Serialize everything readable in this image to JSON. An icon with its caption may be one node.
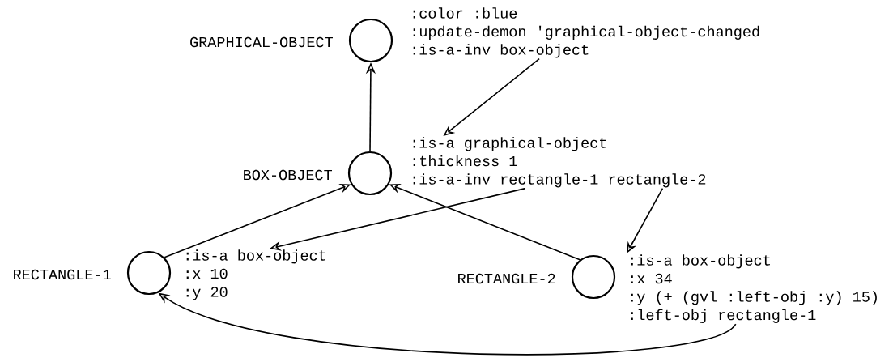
{
  "diagram": {
    "nodes": [
      {
        "text": [],
        "shape": "circle",
        "beside": [
          "GRAPHICAL-OBJECT"
        ]
      },
      {
        "text": [
          ":color :blue",
          ":update-demon 'graphical-object-changed",
          ":is-a-inv box-object"
        ]
      },
      {
        "text": [],
        "shape": "circle",
        "beside": [
          "BOX-OBJECT"
        ]
      },
      {
        "text": [
          ":is-a graphical-object",
          ":thickness 1",
          ":is-a-inv rectangle-1 rectangle-2"
        ]
      },
      {
        "text": [],
        "shape": "circle",
        "beside": [
          "RECTANGLE-1"
        ]
      },
      {
        "text": [
          ":is-a box-object",
          ":x 10",
          ":y 20"
        ]
      },
      {
        "text": [],
        "shape": "circle",
        "beside": [
          "RECTANGLE-2"
        ]
      },
      {
        "text": [
          ":is-a box-object",
          ":x 34",
          ":y (+ (gvl :left-obj :y) 15)",
          ":left-obj rectangle-1"
        ]
      }
    ],
    "edges": [
      {
        "from": 2,
        "to": 0,
        "arrow": "to"
      },
      {
        "from": 1,
        "to": 3,
        "arrow": "to"
      },
      {
        "from": 4,
        "to": 2,
        "arrow": "to"
      },
      {
        "from": 6,
        "to": 2,
        "arrow": "to"
      },
      {
        "from": 3,
        "to": 5,
        "arrow": "to"
      },
      {
        "from": 3,
        "to": 7,
        "arrow": "to"
      },
      {
        "from": 7,
        "to": 4,
        "arrow": "to"
      }
    ]
  }
}
